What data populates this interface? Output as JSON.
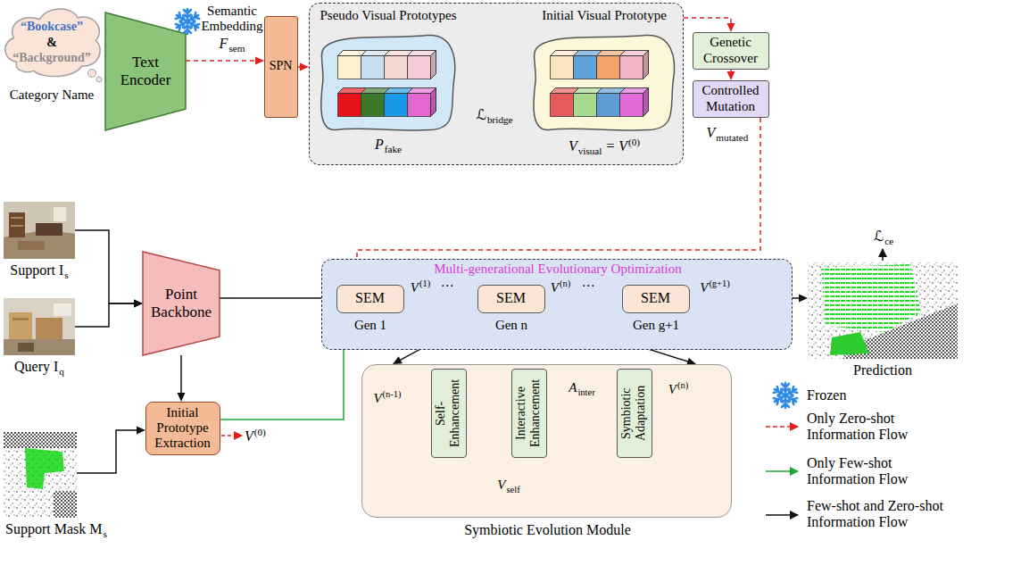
{
  "diagram": {
    "nodes": [
      {
        "text": [
          "“Bookcase”",
          "&",
          "“Background”",
          "Category Name"
        ]
      },
      {
        "text": [
          "Text Encoder"
        ]
      },
      {
        "text": [
          "SPN"
        ]
      },
      {
        "text": []
      },
      {
        "text": [
          "Pseudo Visual Prototypes",
          "P",
          "fake"
        ],
        "in": 3
      },
      {
        "text": [
          "Initial Visual Prototype",
          "V",
          "visual",
          "= V",
          "(0)"
        ],
        "in": 3
      },
      {
        "text": [
          "Genetic Crossover"
        ]
      },
      {
        "text": [
          "Controlled Mutation"
        ]
      },
      {
        "text": [
          "Support I",
          "s"
        ]
      },
      {
        "text": [
          "Query I",
          "q"
        ]
      },
      {
        "text": [
          "Point Backbone"
        ]
      },
      {
        "text": [
          "Support Mask M",
          "s"
        ]
      },
      {
        "text": [
          "Initial Prototype Extraction"
        ]
      },
      {
        "text": [
          "Multi-generational Evolutionary Optimization"
        ]
      },
      {
        "text": [
          "SEM",
          "Gen 1"
        ],
        "in": 13
      },
      {
        "text": [
          "SEM",
          "Gen n"
        ],
        "in": 13
      },
      {
        "text": [
          "SEM",
          "Gen g+1"
        ],
        "in": 13
      },
      {
        "text": [
          "Prediction"
        ]
      },
      {
        "text": [
          "Symbiotic Evolution Module"
        ]
      },
      {
        "text": [
          "Self-Enhancement"
        ],
        "in": 18
      },
      {
        "text": [
          "Interactive Enhancement"
        ],
        "in": 18
      },
      {
        "text": [
          "Symbiotic Adaptation"
        ],
        "in": 18
      }
    ],
    "edges": [
      {
        "from": 1,
        "to": 2,
        "arrow": "to"
      },
      {
        "from": 2,
        "to": 3,
        "arrow": "to"
      },
      {
        "from": 3,
        "to": 6,
        "arrow": "to"
      },
      {
        "from": 6,
        "to": 7,
        "arrow": "to"
      },
      {
        "from": 7,
        "to": 14,
        "arrow": "to"
      },
      {
        "from": 8,
        "to": 10,
        "arrow": "to"
      },
      {
        "from": 9,
        "to": 10,
        "arrow": "to"
      },
      {
        "from": 10,
        "to": 14,
        "arrow": "to"
      },
      {
        "from": 10,
        "to": 12,
        "arrow": "to"
      },
      {
        "from": 11,
        "to": 12,
        "arrow": "to"
      },
      {
        "from": 12,
        "to": 14,
        "arrow": "to"
      },
      {
        "from": 14,
        "to": 15,
        "arrow": "to"
      },
      {
        "from": 15,
        "to": 16,
        "arrow": "to"
      },
      {
        "from": 16,
        "to": 17,
        "arrow": "to"
      },
      {
        "from": 15,
        "to": 18,
        "arrow": "to"
      },
      {
        "from": 19,
        "to": 20,
        "arrow": "to"
      },
      {
        "from": 20,
        "to": 21,
        "arrow": "to"
      },
      {
        "from": 19,
        "to": 21,
        "arrow": "to"
      }
    ],
    "labels": [
      "Semantic Embedding",
      "F",
      "sem",
      "ℒ",
      "bridge",
      "V",
      "mutated",
      "V",
      "(0)",
      "V",
      "(1)",
      "⋯",
      "V",
      "(n)",
      "⋯",
      "V",
      "(g+1)",
      "ℒ",
      "ce",
      "V",
      "(n-1)",
      "A",
      "inter",
      "V",
      "self",
      "V",
      "(n)"
    ],
    "legend": [
      {
        "text": "Frozen"
      },
      {
        "text": "Only Zero-shot Information Flow"
      },
      {
        "text": "Only Few-shot Information Flow"
      },
      {
        "text": "Few-shot and Zero-shot Information Flow"
      }
    ]
  }
}
